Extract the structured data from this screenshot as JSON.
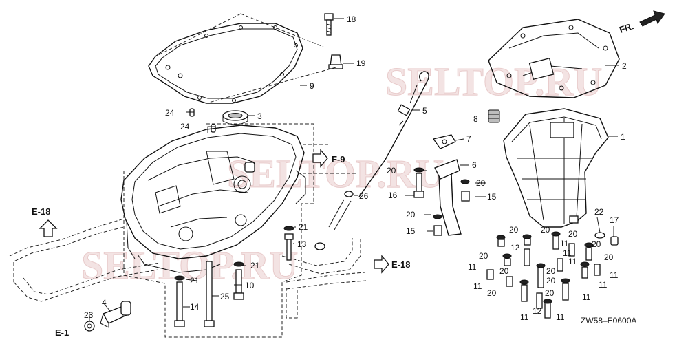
{
  "callouts": {
    "c18": "18",
    "c19": "19",
    "c9": "9",
    "c2": "2",
    "c3": "3",
    "c24a": "24",
    "c24b": "24",
    "c5": "5",
    "c8": "8",
    "c1": "1",
    "c7": "7",
    "c6": "6",
    "c20a": "20",
    "c20b": "20",
    "c16": "16",
    "c15a": "15",
    "c26": "26",
    "c20c": "20",
    "c15b": "15",
    "c21a": "21",
    "c13": "13",
    "c21b": "21",
    "c21c": "21",
    "c10": "10",
    "c14": "14",
    "c25": "25",
    "c4": "4",
    "c23": "23",
    "c22": "22",
    "c17": "17",
    "h20_1": "20",
    "h20_2": "20",
    "h12_1": "12",
    "h20_3": "20",
    "h11_1": "11",
    "h20_4": "20",
    "h20_5": "20",
    "h11_2": "11",
    "h20_6": "20",
    "h11_3": "11",
    "h11_4": "11",
    "h20_7": "20",
    "h20_8": "20",
    "h11_5": "11",
    "h11_6": "11",
    "h20_9": "20",
    "h20_10": "20",
    "h11_7": "11",
    "h11_8": "11",
    "h20_11": "20",
    "h12_2": "12",
    "h11_9": "11",
    "h11_10": "11"
  },
  "refs": {
    "f9": "F-9",
    "e18_left": "E-18",
    "e18_right": "E-18",
    "e1": "E-1",
    "front": "FR."
  },
  "watermarks": [
    "SELTOP.RU",
    "SELTOP.RU",
    "SELTOP.RU"
  ],
  "diagram_code": "ZW58–E0600A"
}
